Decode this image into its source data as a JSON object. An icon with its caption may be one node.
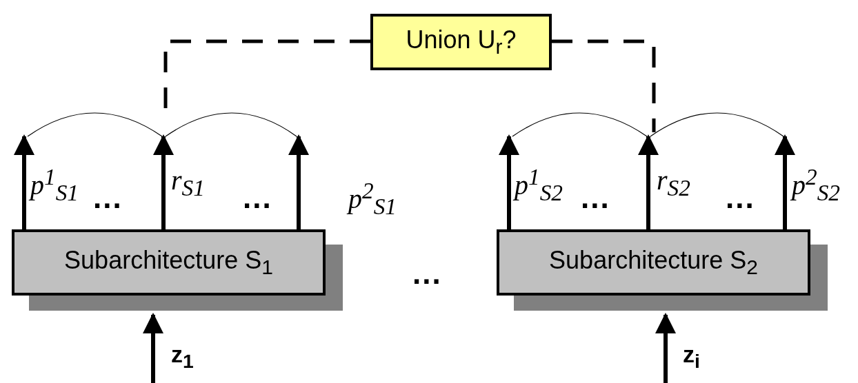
{
  "diagram": {
    "nodes": [
      {
        "text": [
          "Union U$_{r}$?"
        ]
      },
      {
        "text": [
          "Subarchitecture S$_{1}$"
        ]
      },
      {
        "text": [
          "Subarchitecture S$_{2}$"
        ]
      }
    ],
    "edges": [
      {
        "from": 0,
        "to": null,
        "arrow": "none",
        "style": "dashed"
      },
      {
        "from": 0,
        "to": null,
        "arrow": "none",
        "style": "dashed"
      },
      {
        "from": 1,
        "to": null,
        "arrow": "to",
        "label": "p$^{1}$$_{S1}$"
      },
      {
        "from": 1,
        "to": null,
        "arrow": "to",
        "label": "r$_{S1}$"
      },
      {
        "from": 1,
        "to": null,
        "arrow": "to",
        "label": "p$^{2}$$_{S1}$"
      },
      {
        "from": 2,
        "to": null,
        "arrow": "to",
        "label": "p$^{1}$$_{S2}$"
      },
      {
        "from": 2,
        "to": null,
        "arrow": "to",
        "label": "r$_{S2}$"
      },
      {
        "from": 2,
        "to": null,
        "arrow": "to",
        "label": "p$^{2}$$_{S2}$"
      },
      {
        "from": null,
        "to": 1,
        "arrow": "to",
        "label": "z$_{1}$"
      },
      {
        "from": null,
        "to": 2,
        "arrow": "to",
        "label": "z$_{i}$"
      }
    ],
    "labels": [
      "...",
      "...",
      "...",
      "...",
      "..."
    ]
  }
}
